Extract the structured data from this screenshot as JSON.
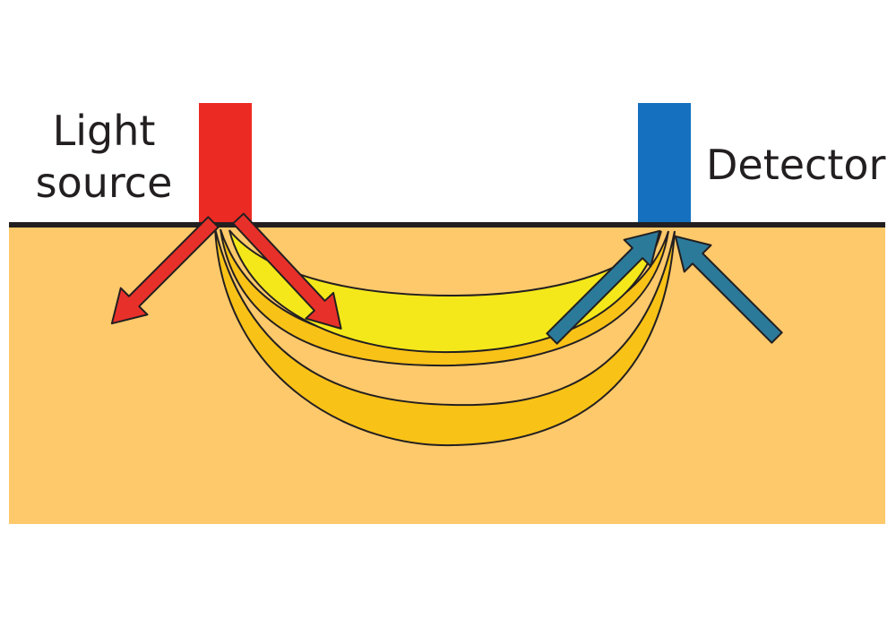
{
  "labels": {
    "source_line1": "Light",
    "source_line2": "source",
    "detector": "Detector"
  },
  "colors": {
    "background": "#ffffff",
    "tissue": "#fdc96b",
    "surface_line": "#231f20",
    "source": "#ec2a24",
    "detector": "#1570bf",
    "outer_banana": "#f9c217",
    "inner_banana": "#f4e81a",
    "emitted_arrow": "#e8302a",
    "detected_arrow": "#2b7a9a",
    "outline": "#231f20"
  },
  "icons": {
    "source": "light-source-probe",
    "detector": "detector-probe",
    "emitted": "arrow-icon",
    "detected": "arrow-icon"
  }
}
